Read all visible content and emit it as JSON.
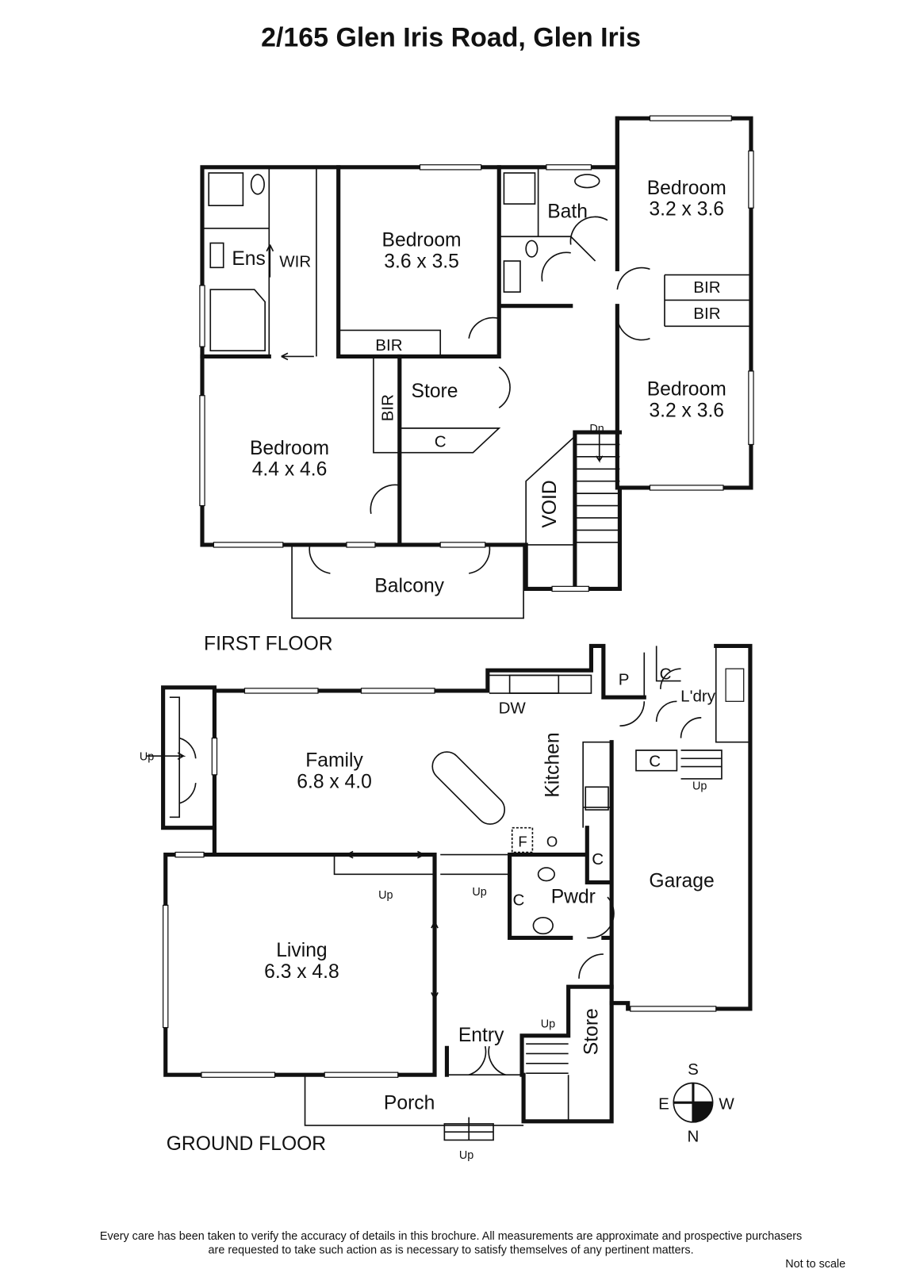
{
  "title": "2/165 Glen Iris Road, Glen Iris",
  "first_floor": {
    "label": "FIRST FLOOR",
    "rooms": {
      "ens": "Ens",
      "wir": "WIR",
      "bed_main_name": "Bedroom",
      "bed_main_size": "3.6 x 3.5",
      "bath": "Bath",
      "bed_ne_name": "Bedroom",
      "bed_ne_size": "3.2 x 3.6",
      "bir_1": "BIR",
      "bir_2": "BIR",
      "bir_3": "BIR",
      "bir_4": "BIR",
      "bed_se_name": "Bedroom",
      "bed_se_size": "3.2 x 3.6",
      "store": "Store",
      "c": "C",
      "bed_w_name": "Bedroom",
      "bed_w_size": "4.4 x 4.6",
      "void": "VOID",
      "dn": "Dn",
      "balcony": "Balcony"
    }
  },
  "ground_floor": {
    "label": "GROUND FLOOR",
    "rooms": {
      "family_name": "Family",
      "family_size": "6.8 x 4.0",
      "dw": "DW",
      "kitchen": "Kitchen",
      "p": "P",
      "c1": "C",
      "laundry": "L'dry",
      "c2": "C",
      "c3": "C",
      "c4": "C",
      "f": "F",
      "o": "O",
      "pwdr": "Pwdr",
      "garage": "Garage",
      "living_name": "Living",
      "living_size": "6.3 x 4.8",
      "entry": "Entry",
      "store": "Store",
      "porch": "Porch",
      "up_family": "Up",
      "up_living": "Up",
      "up_hall": "Up",
      "up_laundry": "Up",
      "up_entry": "Up",
      "up_porch": "Up"
    }
  },
  "compass": {
    "n": "N",
    "s": "S",
    "e": "E",
    "w": "W"
  },
  "footer": {
    "line1": "Every care has been taken to verify the accuracy of details in this brochure.  All measurements are approximate and prospective purchasers",
    "line2": "are requested to take such action as is necessary to satisfy themselves of any pertinent matters.",
    "scale_note": "Not to scale"
  }
}
